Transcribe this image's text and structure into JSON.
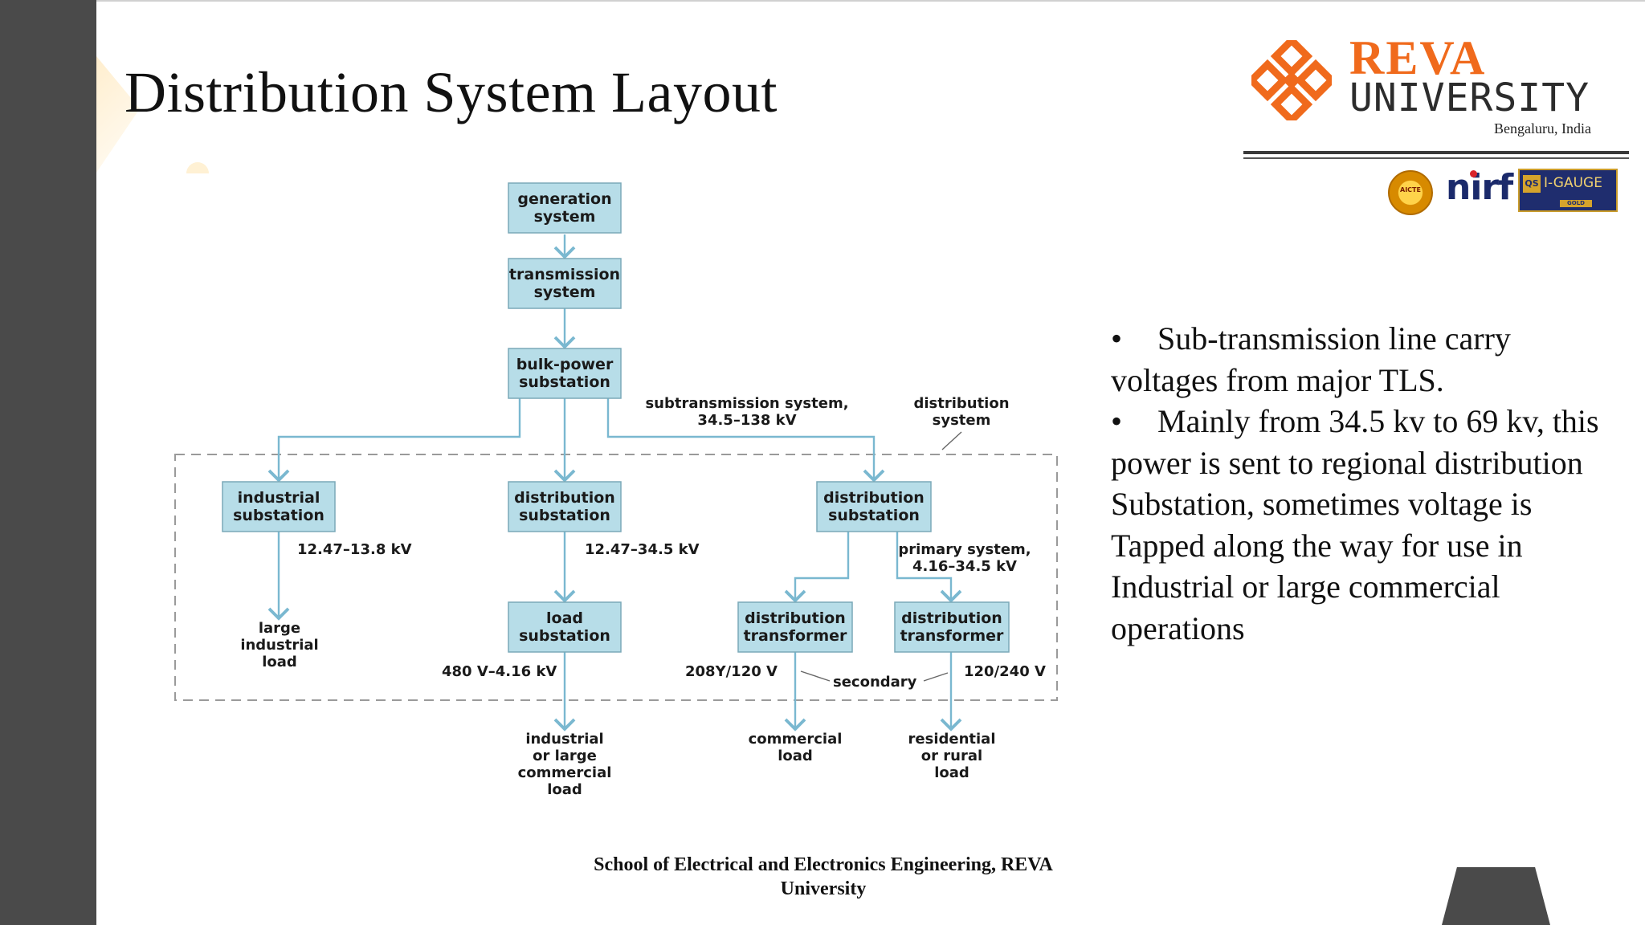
{
  "slide": {
    "title": "Distribution System Layout",
    "footer_line1": "School of Electrical and Electronics Engineering, REVA",
    "footer_line2": "University"
  },
  "logo": {
    "name": "REVA",
    "subname": "UNIVERSITY",
    "location": "Bengaluru, India",
    "mark_icon": "reva-knot-icon",
    "brand_color": "#f06a1c"
  },
  "badges": {
    "aicte_text": "AICTE",
    "nirf_text": "nirf",
    "qs_text": "QS",
    "igauge_text": "I-GAUGE",
    "gold_text": "GOLD"
  },
  "bullets": [
    {
      "marker": "•",
      "lines": [
        "Sub-transmission line carry",
        "voltages from major TLS."
      ]
    },
    {
      "marker": "•",
      "lines": [
        "Mainly from 34.5 kv to 69 kv, this",
        "power is sent to regional distribution",
        "Substation, sometimes voltage is",
        "Tapped along the way for use in",
        "Industrial or large commercial",
        "operations"
      ]
    }
  ],
  "diagram": {
    "nodes": {
      "generation": [
        "generation",
        "system"
      ],
      "transmission": [
        "transmission",
        "system"
      ],
      "bulk": [
        "bulk-power",
        "substation"
      ],
      "industrial_sub": [
        "industrial",
        "substation"
      ],
      "dist_sub_mid": [
        "distribution",
        "substation"
      ],
      "dist_sub_right": [
        "distribution",
        "substation"
      ],
      "load_sub": [
        "load",
        "substation"
      ],
      "dist_tr_left": [
        "distribution",
        "transformer"
      ],
      "dist_tr_right": [
        "distribution",
        "transformer"
      ]
    },
    "loads": {
      "large_industrial": [
        "large",
        "industrial",
        "load"
      ],
      "industrial_commercial": [
        "industrial",
        "or large",
        "commercial",
        "load"
      ],
      "commercial": [
        "commercial",
        "load"
      ],
      "residential": [
        "residential",
        "or rural",
        "load"
      ]
    },
    "labels": {
      "subtransmission": [
        "subtransmission system,",
        "34.5–138 kV"
      ],
      "distribution_system": [
        "distribution",
        "system"
      ],
      "v_industrial": "12.47–13.8 kV",
      "v_mid": "12.47–34.5 kV",
      "primary": [
        "primary system,",
        "4.16–34.5 kV"
      ],
      "v_load_sub": "480 V–4.16 kV",
      "v_208": "208Y/120 V",
      "secondary": "secondary",
      "v_120": "120/240 V"
    },
    "colors": {
      "box_fill": "#b7dde8",
      "edge": "#7ab8d0"
    }
  }
}
